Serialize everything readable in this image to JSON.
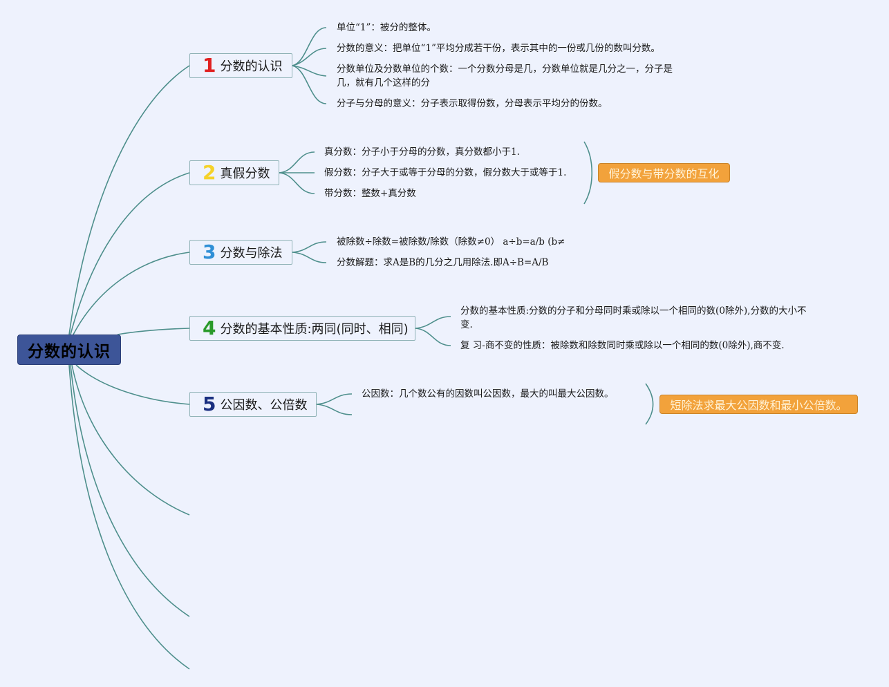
{
  "root": {
    "label": "分数的认识"
  },
  "colors": {
    "line": "#4e8f8c",
    "root_bg": "#3d5598",
    "callout_bg": "#f2a23b",
    "num1": "#e02020",
    "num2": "#f5d22a",
    "num3": "#2f8fd6",
    "num4": "#2a9a2a",
    "num5": "#1a2f80"
  },
  "topics": [
    {
      "num": "1",
      "label": "分数的认识",
      "items": [
        "单位“1”：被分的整体。",
        "分数的意义：把单位“1”平均分成若干份，表示其中的一份或几份的数叫分数。",
        "分数单位及分数单位的个数：一个分数分母是几，分数单位就是几分之一，分子是几，就有几个这样的分",
        "分子与分母的意义：分子表示取得份数，分母表示平均分的份数。"
      ]
    },
    {
      "num": "2",
      "label": "真假分数",
      "items": [
        "真分数：分子小于分母的分数，真分数都小于1.",
        "假分数：分子大于或等于分母的分数，假分数大于或等于1.",
        "带分数：整数+真分数"
      ],
      "callout": "假分数与带分数的互化"
    },
    {
      "num": "3",
      "label": "分数与除法",
      "items": [
        "被除数÷除数=被除数/除数（除数≠0）    a÷b=a/b  (b≠",
        "分数解题：求A是B的几分之几用除法.即A÷B=A/B"
      ]
    },
    {
      "num": "4",
      "label": "分数的基本性质:两同(同时、相同)",
      "items": [
        "分数的基本性质:分数的分子和分母同时乘或除以一个相同的数(0除外),分数的大小不变.",
        "复 习-商不变的性质：被除数和除数同时乘或除以一个相同的数(0除外),商不变."
      ]
    },
    {
      "num": "5",
      "label": "公因数、公倍数",
      "items": [
        "公因数：几个数公有的因数叫公因数，最大的叫最大公因数。"
      ],
      "callout": "短除法求最大公因数和最小公倍数。"
    }
  ]
}
